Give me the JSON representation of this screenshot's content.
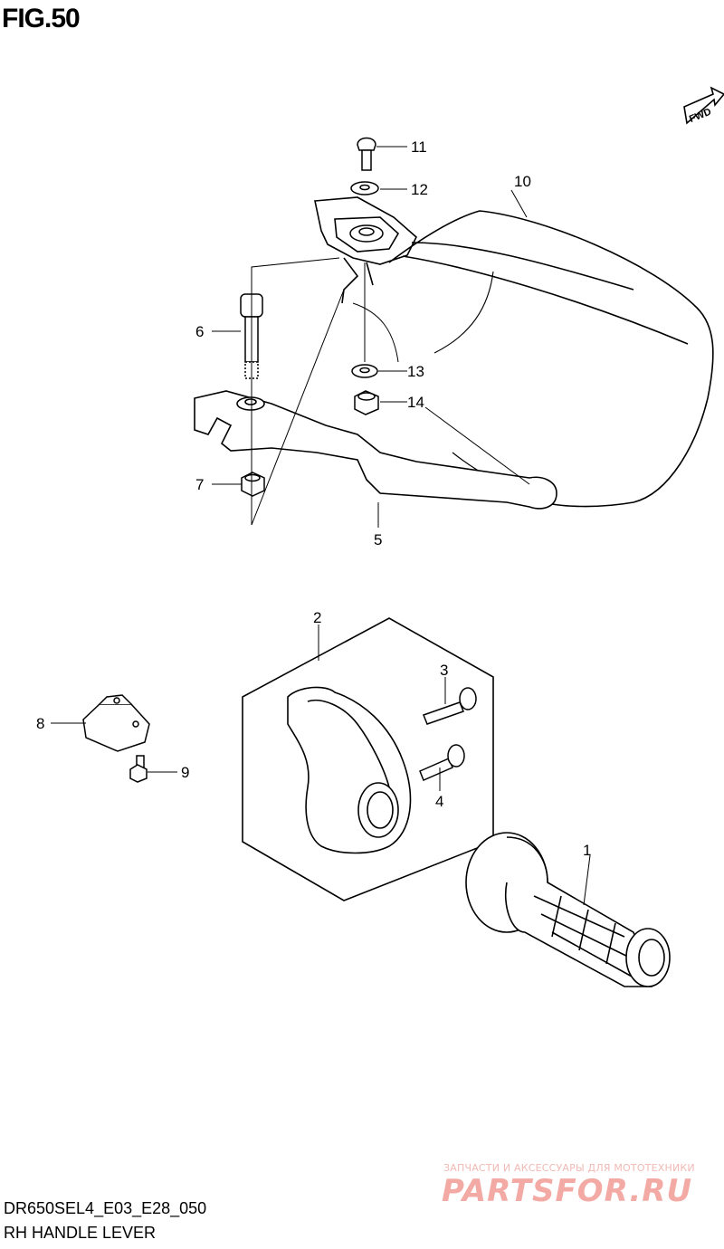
{
  "figure": {
    "title": "FIG.50",
    "fwd_label": "FWD"
  },
  "callouts": [
    {
      "id": "1",
      "label": "1"
    },
    {
      "id": "2",
      "label": "2"
    },
    {
      "id": "3",
      "label": "3"
    },
    {
      "id": "4",
      "label": "4"
    },
    {
      "id": "5",
      "label": "5"
    },
    {
      "id": "6",
      "label": "6"
    },
    {
      "id": "7",
      "label": "7"
    },
    {
      "id": "8",
      "label": "8"
    },
    {
      "id": "9",
      "label": "9"
    },
    {
      "id": "10",
      "label": "10"
    },
    {
      "id": "11",
      "label": "11"
    },
    {
      "id": "12",
      "label": "12"
    },
    {
      "id": "13",
      "label": "13"
    },
    {
      "id": "14",
      "label": "14"
    }
  ],
  "footer": {
    "code": "DR650SEL4_E03_E28_050",
    "name": "RH HANDLE LEVER"
  },
  "watermark": {
    "tagline": "ЗАПЧАСТИ И АКСЕССУАРЫ ДЛЯ МОТОТЕХНИКИ",
    "brand": "PARTSFOR.RU"
  }
}
